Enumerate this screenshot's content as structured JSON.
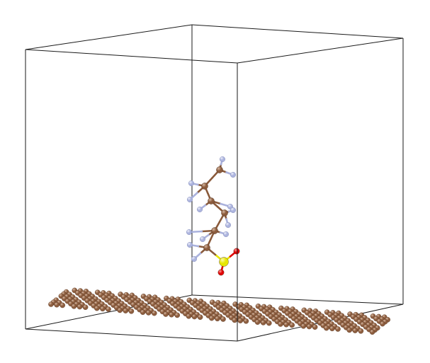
{
  "viewer": {
    "background": "#ffffff",
    "cell_line_color": "#1a1a1a"
  },
  "species": {
    "C": {
      "color": "#8a5a3b",
      "highlight": "#d7b8a2"
    },
    "H": {
      "color": "#aab2dd",
      "highlight": "#eef0fb"
    },
    "S": {
      "color": "#e6e600",
      "highlight": "#fbfba8"
    },
    "O": {
      "color": "#e00000",
      "highlight": "#ff9a9a"
    }
  },
  "atom_counts": {
    "C_substrate": 120,
    "C_chain": 6,
    "H": 13,
    "S": 1,
    "O": 2
  }
}
